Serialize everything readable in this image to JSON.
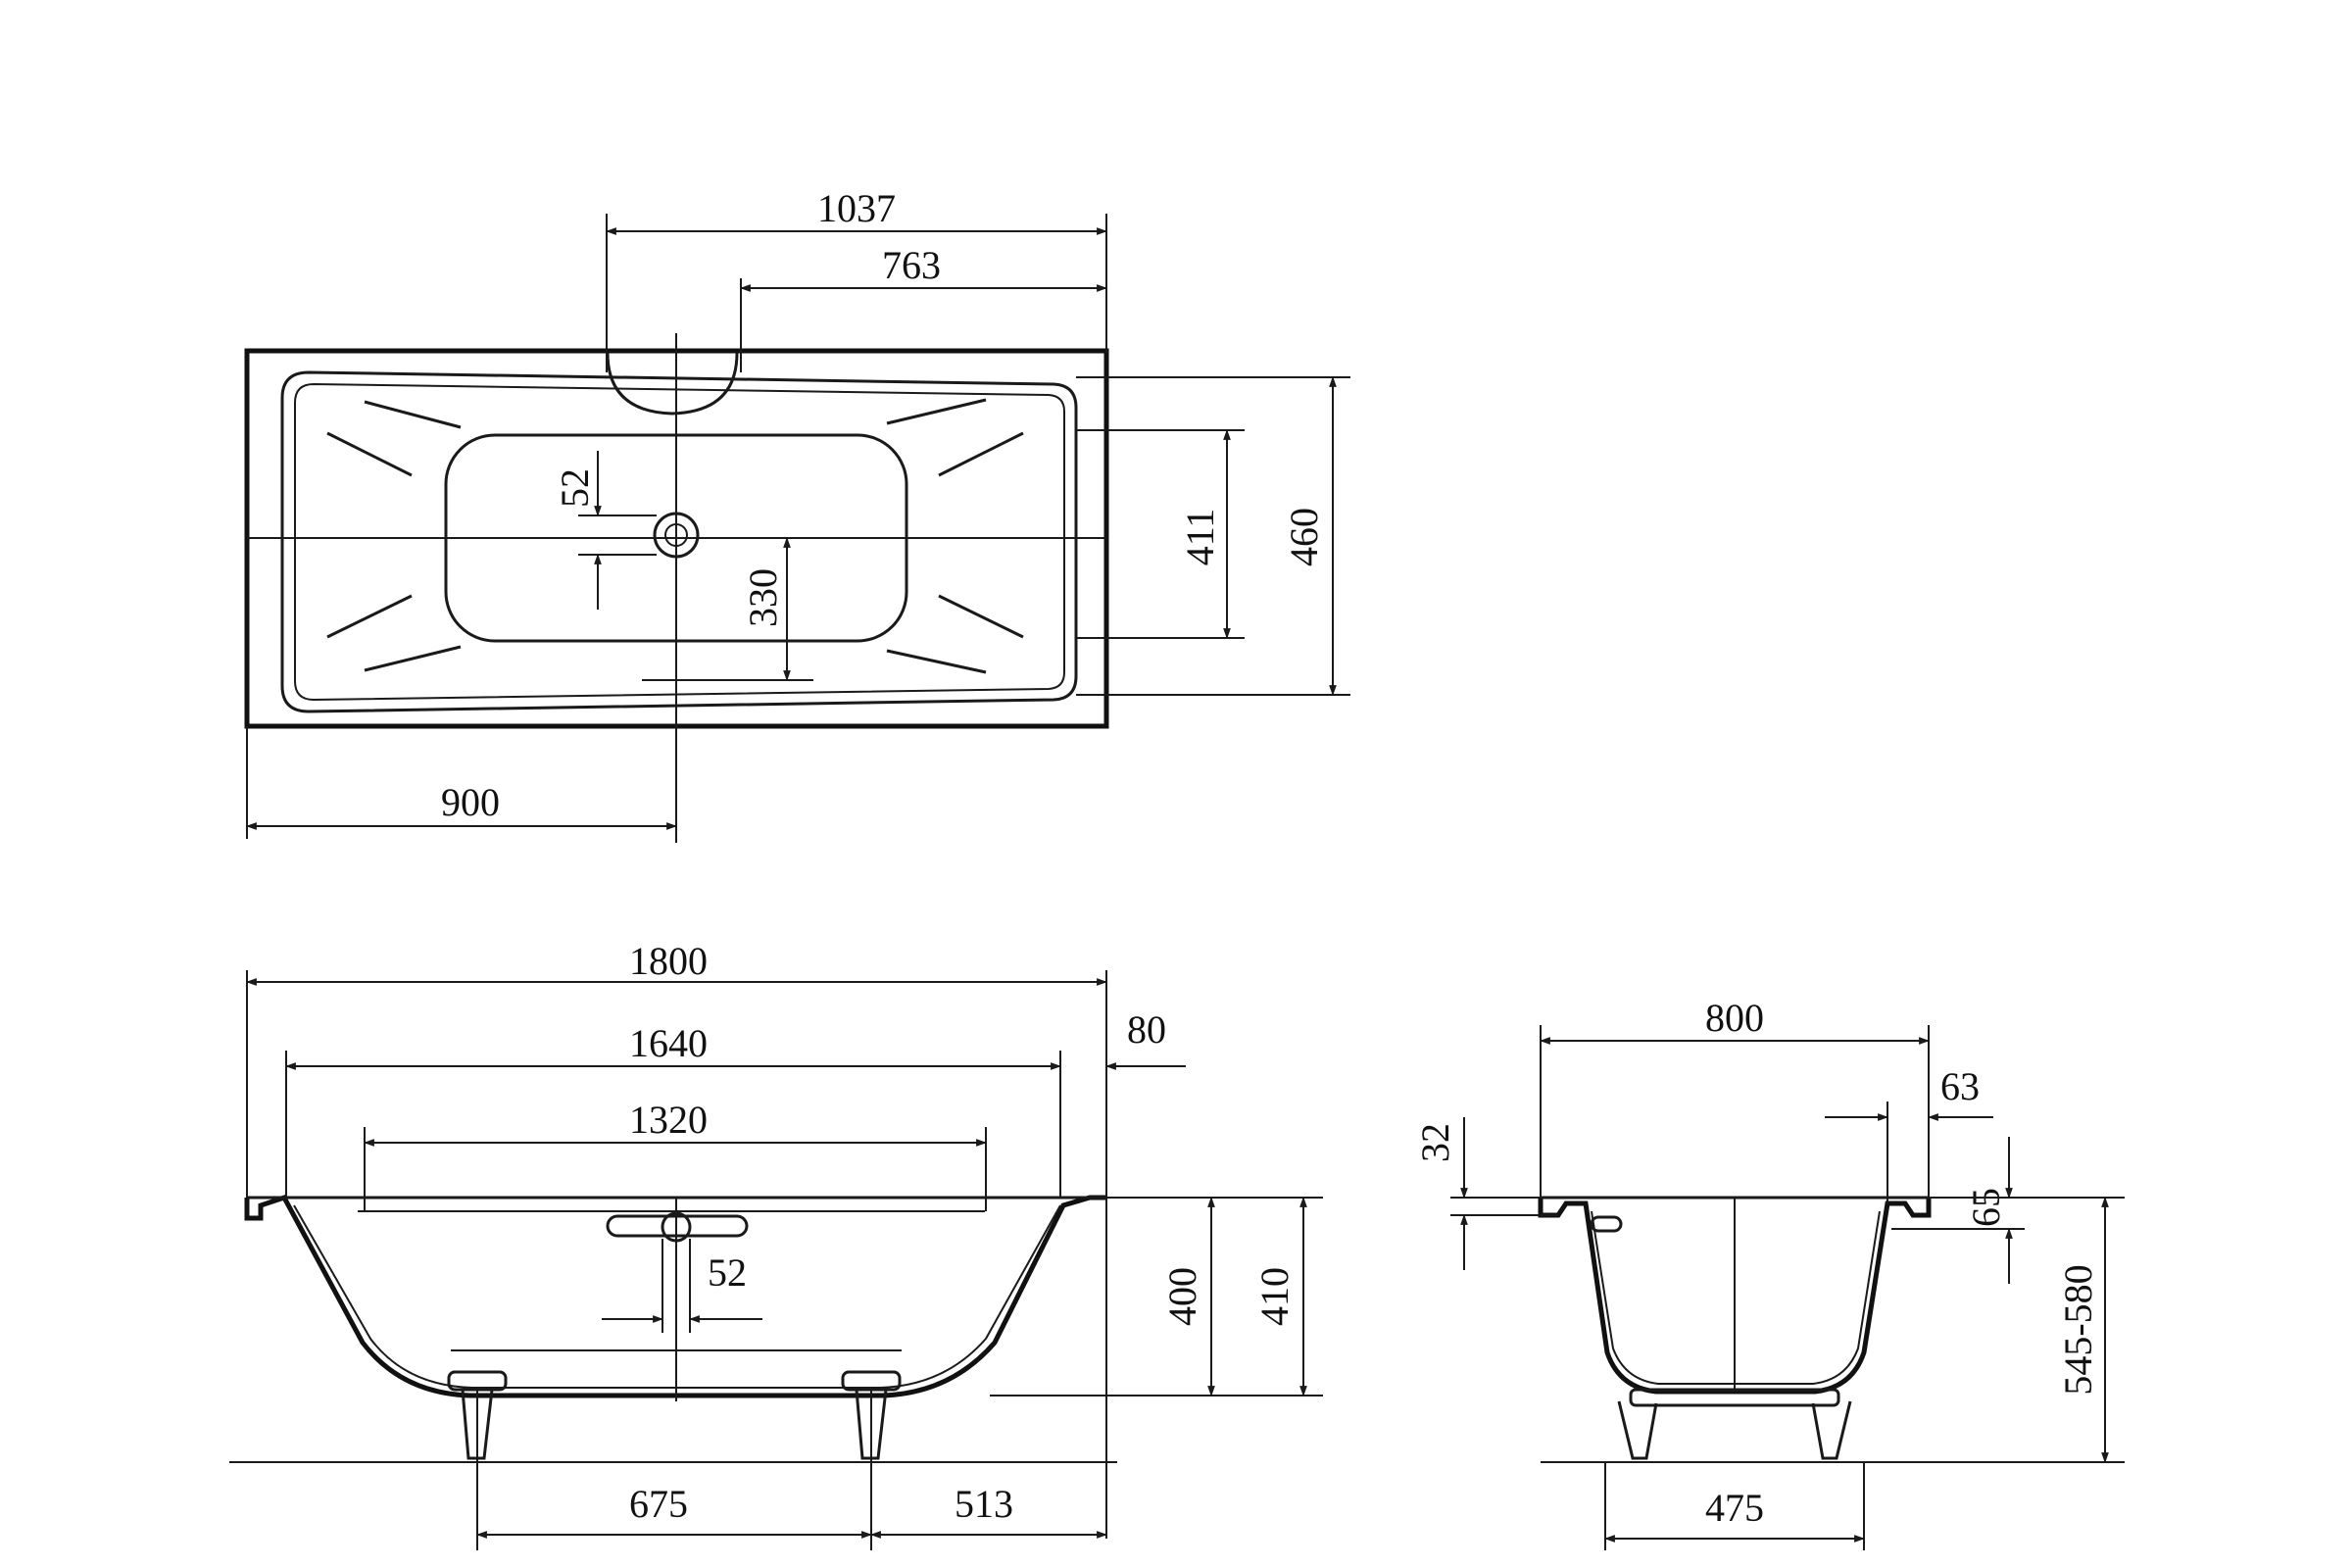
{
  "colors": {
    "line": "#1a1a1a",
    "background": "#ffffff"
  },
  "top_view": {
    "dim_1037": "1037",
    "dim_763": "763",
    "dim_52": "52",
    "dim_330": "330",
    "dim_411": "411",
    "dim_460": "460",
    "dim_900": "900"
  },
  "side_view": {
    "dim_1800": "1800",
    "dim_1640": "1640",
    "dim_80": "80",
    "dim_1320": "1320",
    "dim_52": "52",
    "dim_400": "400",
    "dim_410": "410",
    "dim_675": "675",
    "dim_513": "513"
  },
  "end_view": {
    "dim_800": "800",
    "dim_63": "63",
    "dim_32": "32",
    "dim_65": "65",
    "dim_545_580": "545-580",
    "dim_475": "475"
  }
}
